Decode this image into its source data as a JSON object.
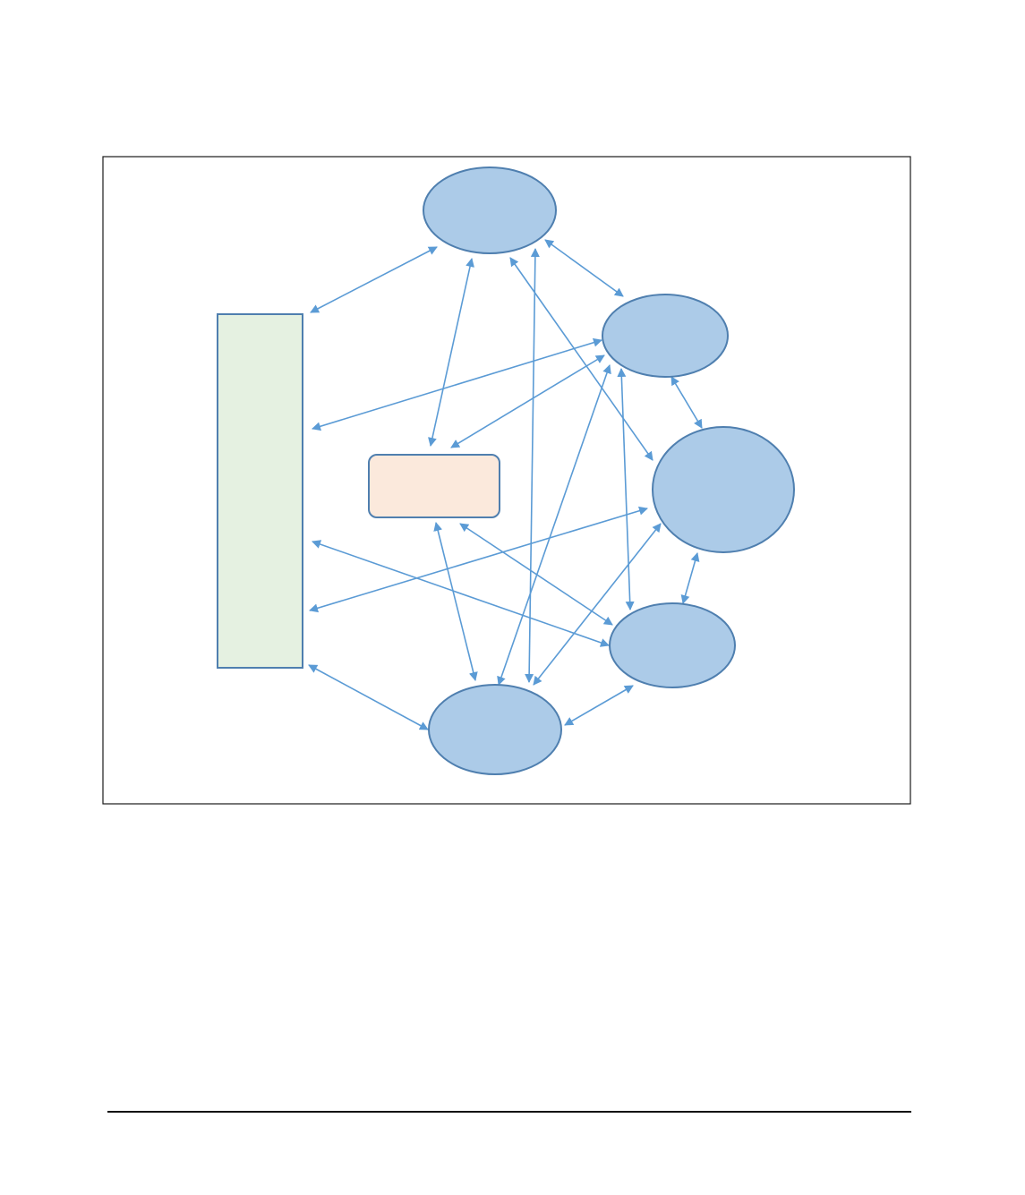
{
  "diagram": {
    "nodes": [
      {
        "id": "left-panel",
        "shape": "rect",
        "label": ""
      },
      {
        "id": "center-box",
        "shape": "rounded-rect",
        "label": ""
      },
      {
        "id": "node-top",
        "shape": "ellipse",
        "label": ""
      },
      {
        "id": "node-upper-right",
        "shape": "ellipse",
        "label": ""
      },
      {
        "id": "node-right",
        "shape": "ellipse",
        "label": ""
      },
      {
        "id": "node-lower-right",
        "shape": "ellipse",
        "label": ""
      },
      {
        "id": "node-bottom",
        "shape": "ellipse",
        "label": ""
      }
    ],
    "edges": [
      {
        "from": "left-panel",
        "to": "node-top",
        "direction": "both"
      },
      {
        "from": "left-panel",
        "to": "node-upper-right",
        "direction": "both"
      },
      {
        "from": "left-panel",
        "to": "node-right",
        "direction": "both"
      },
      {
        "from": "left-panel",
        "to": "node-lower-right",
        "direction": "both"
      },
      {
        "from": "left-panel",
        "to": "node-bottom",
        "direction": "both"
      },
      {
        "from": "center-box",
        "to": "node-top",
        "direction": "both"
      },
      {
        "from": "center-box",
        "to": "node-upper-right",
        "direction": "both"
      },
      {
        "from": "center-box",
        "to": "node-lower-right",
        "direction": "both"
      },
      {
        "from": "center-box",
        "to": "node-bottom",
        "direction": "both"
      },
      {
        "from": "node-top",
        "to": "node-upper-right",
        "direction": "both"
      },
      {
        "from": "node-top",
        "to": "node-right",
        "direction": "both"
      },
      {
        "from": "node-top",
        "to": "node-bottom",
        "direction": "both"
      },
      {
        "from": "node-upper-right",
        "to": "node-right",
        "direction": "both"
      },
      {
        "from": "node-upper-right",
        "to": "node-lower-right",
        "direction": "both"
      },
      {
        "from": "node-upper-right",
        "to": "node-bottom",
        "direction": "both"
      },
      {
        "from": "node-right",
        "to": "node-lower-right",
        "direction": "both"
      },
      {
        "from": "node-right",
        "to": "node-bottom",
        "direction": "both"
      },
      {
        "from": "node-lower-right",
        "to": "node-bottom",
        "direction": "both"
      }
    ]
  },
  "colors": {
    "frame_border": "#1a1a1a",
    "ellipse_fill": "#accbe8",
    "ellipse_stroke": "#4f7faf",
    "left_panel_fill": "#e5f1e1",
    "left_panel_stroke": "#4f7faf",
    "center_box_fill": "#fbe9dc",
    "center_box_stroke": "#4f7faf",
    "arrow": "#5b9bd5",
    "footer_rule": "#111111"
  }
}
